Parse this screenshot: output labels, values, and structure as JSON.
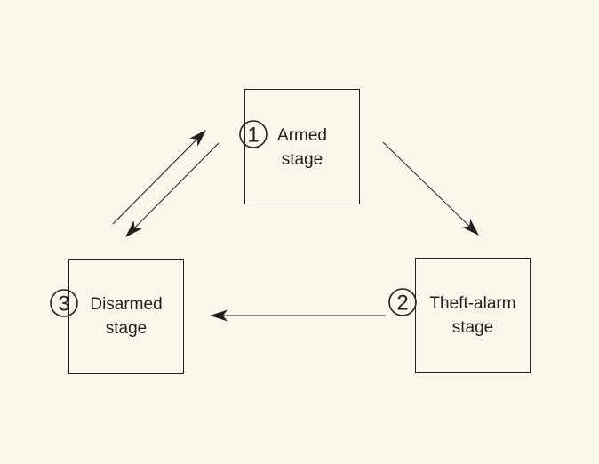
{
  "background_color": "#faf6ec",
  "stroke_color": "#231f20",
  "stages": [
    {
      "number": "1",
      "line1": "Armed",
      "line2": "stage"
    },
    {
      "number": "2",
      "line1": "Theft-alarm",
      "line2": "stage"
    },
    {
      "number": "3",
      "line1": "Disarmed",
      "line2": "stage"
    }
  ],
  "transitions": [
    {
      "from": "1",
      "to": "2"
    },
    {
      "from": "2",
      "to": "3"
    },
    {
      "from": "3",
      "to": "1"
    },
    {
      "from": "1",
      "to": "3"
    }
  ]
}
